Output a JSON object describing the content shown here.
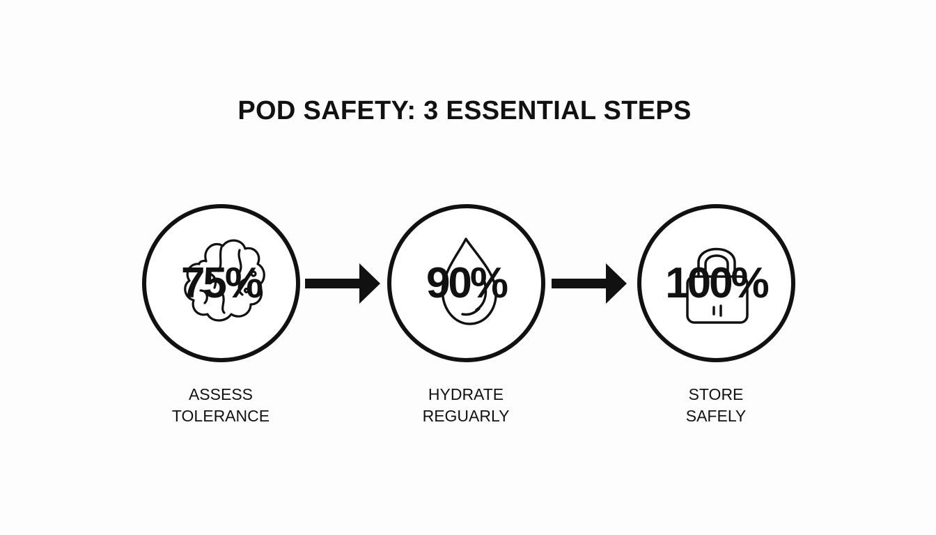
{
  "title": "POD SAFETY: 3 ESSENTIAL STEPS",
  "steps": [
    {
      "value": "75%",
      "label_line1": "ASSESS",
      "label_line2": "TOLERANCE",
      "icon": "brain-icon"
    },
    {
      "value": "90%",
      "label_line1": "HYDRATE",
      "label_line2": "REGUARLY",
      "icon": "water-drop-icon"
    },
    {
      "value": "100%",
      "label_line1": "STORE",
      "label_line2": "SAFELY",
      "icon": "lock-icon"
    }
  ],
  "colors": {
    "ink": "#111111",
    "background": "#fdfdfd"
  }
}
